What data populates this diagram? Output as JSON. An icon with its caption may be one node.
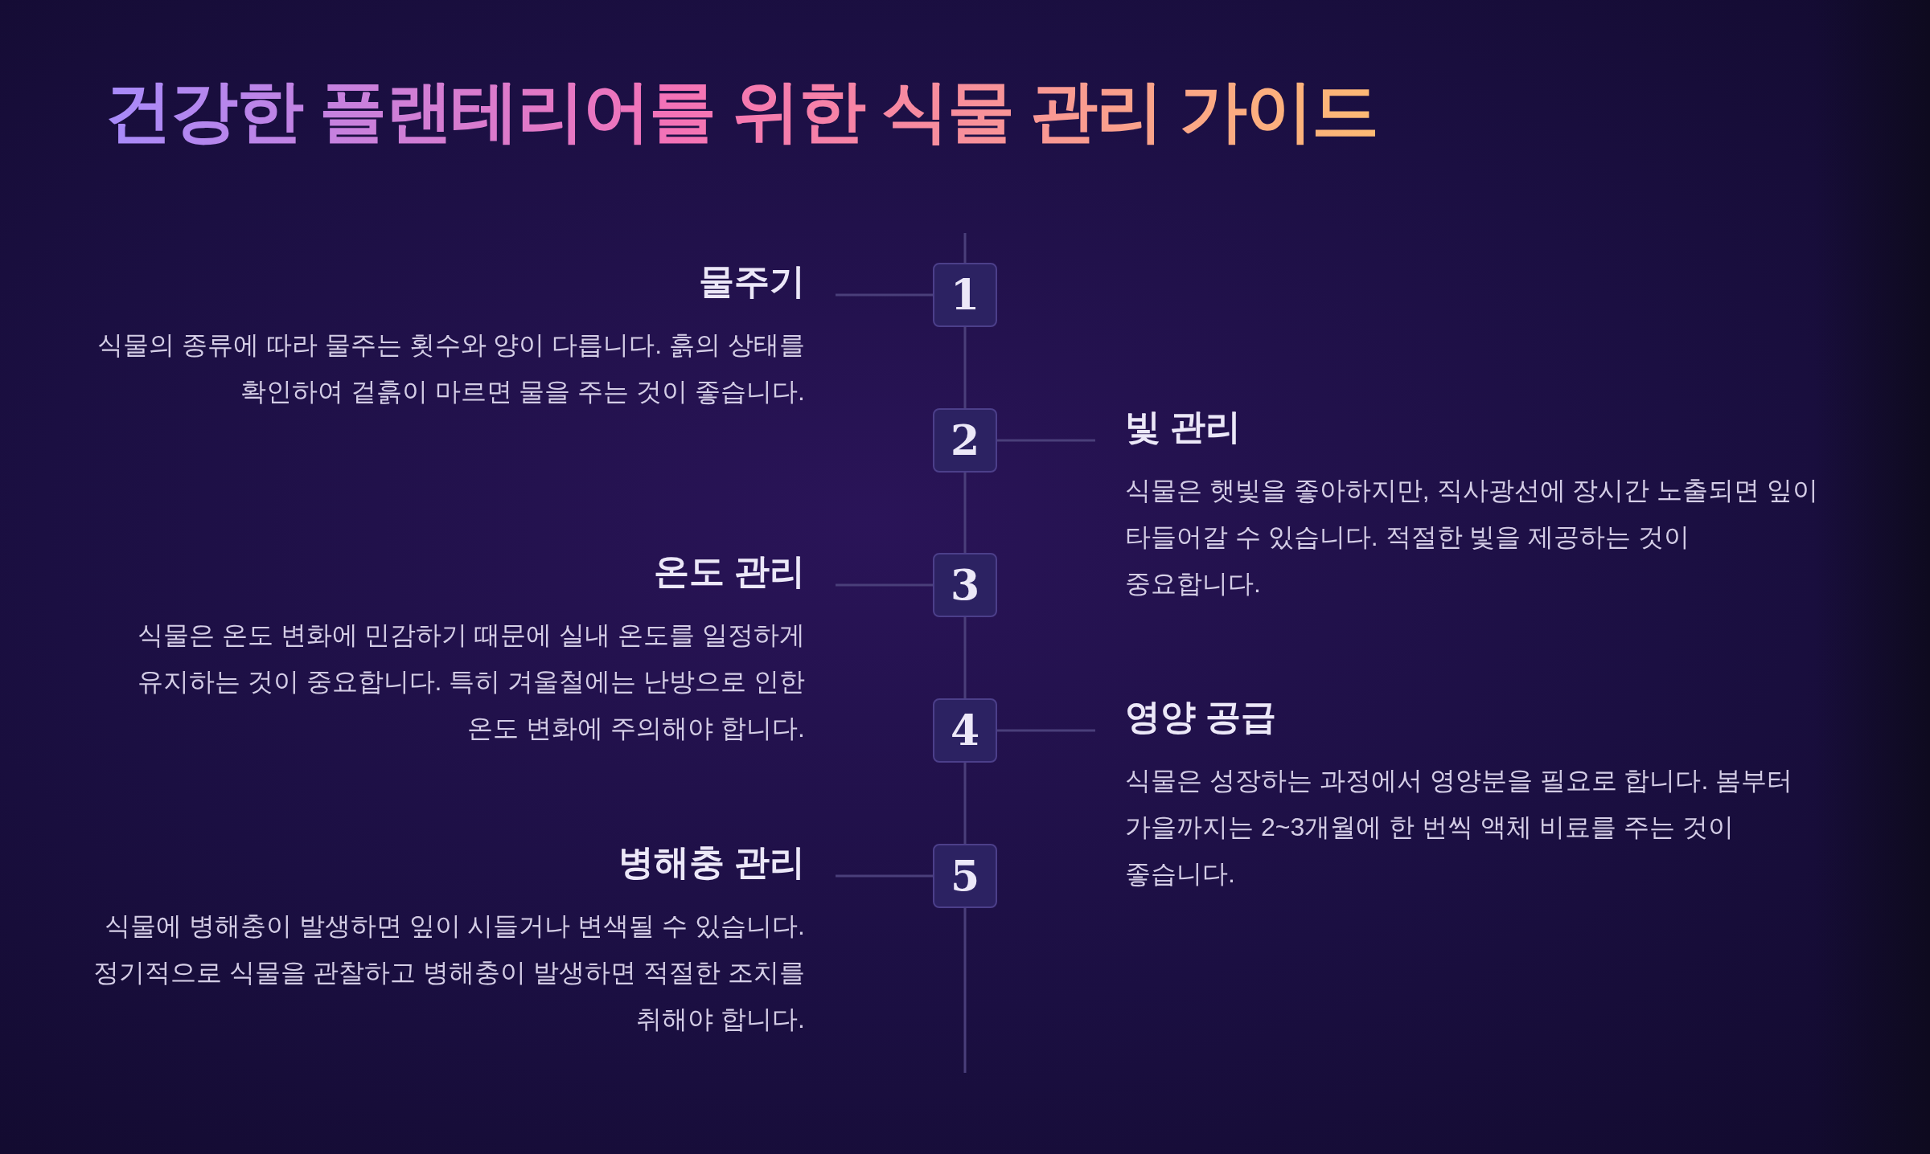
{
  "diagram": {
    "title": "건강한 플랜테리어를 위한 식물 관리 가이드",
    "nodes": [
      {
        "text": [
          "1"
        ]
      },
      {
        "text": [
          "2"
        ]
      },
      {
        "text": [
          "3"
        ]
      },
      {
        "text": [
          "4"
        ]
      },
      {
        "text": [
          "5"
        ]
      },
      {
        "text": [
          "물주기",
          "식물의 종류에 따라 물주는 횟수와 양이 다릅니다. 흙의 상태를 확인하여 겉흙이 마르면 물을 주는 것이 좋습니다."
        ]
      },
      {
        "text": [
          "빛 관리",
          "식물은 햇빛을 좋아하지만, 직사광선에 장시간 노출되면 잎이 타들어갈 수 있습니다. 적절한 빛을 제공하는 것이 중요합니다."
        ]
      },
      {
        "text": [
          "온도 관리",
          "식물은 온도 변화에 민감하기 때문에 실내 온도를 일정하게 유지하는 것이 중요합니다. 특히 겨울철에는 난방으로 인한 온도 변화에 주의해야 합니다."
        ]
      },
      {
        "text": [
          "영양 공급",
          "식물은 성장하는 과정에서 영양분을 필요로 합니다. 봄부터 가을까지는 2~3개월에 한 번씩 액체 비료를 주는 것이 좋습니다."
        ]
      },
      {
        "text": [
          "병해충 관리",
          "식물에 병해충이 발생하면 잎이 시들거나 변색될 수 있습니다. 정기적으로 식물을 관찰하고 병해충이 발생하면 적절한 조치를 취해야 합니다."
        ]
      }
    ],
    "edges": [
      {
        "from": 0,
        "to": 1,
        "arrow": "none"
      },
      {
        "from": 1,
        "to": 2,
        "arrow": "none"
      },
      {
        "from": 2,
        "to": 3,
        "arrow": "none"
      },
      {
        "from": 3,
        "to": 4,
        "arrow": "none"
      },
      {
        "from": 0,
        "to": 5,
        "arrow": "none"
      },
      {
        "from": 1,
        "to": 6,
        "arrow": "none"
      },
      {
        "from": 2,
        "to": 7,
        "arrow": "none"
      },
      {
        "from": 3,
        "to": 8,
        "arrow": "none"
      },
      {
        "from": 4,
        "to": 9,
        "arrow": "none"
      }
    ]
  }
}
